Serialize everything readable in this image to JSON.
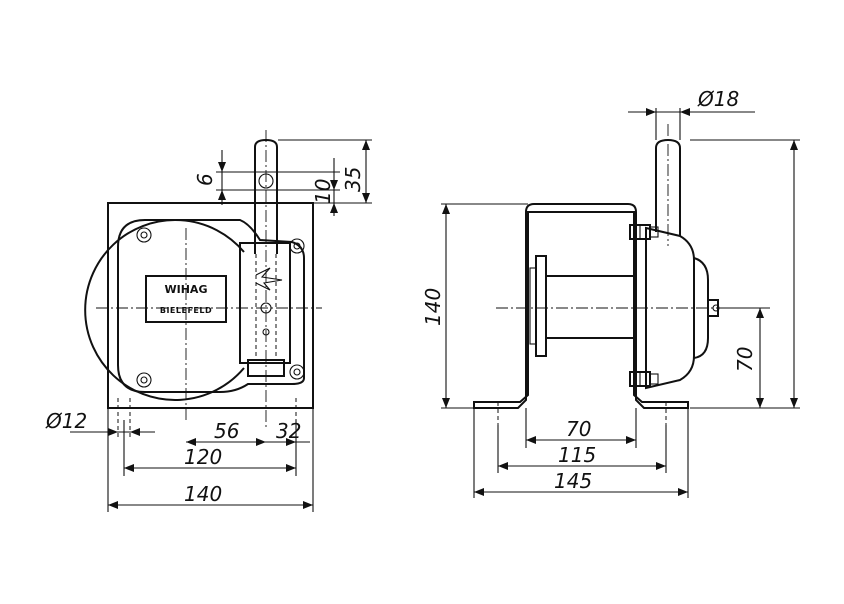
{
  "nameplate": {
    "line1": "WIHAG",
    "line2": "BIELEFELD"
  },
  "front_view": {
    "dim_bore": "Ø12",
    "dim_56": "56",
    "dim_32": "32",
    "dim_120": "120",
    "dim_140": "140",
    "dim_6": "6",
    "dim_10": "10",
    "dim_35": "35"
  },
  "side_view": {
    "dim_shaft": "Ø18",
    "dim_height": "140",
    "dim_70_height": "70",
    "dim_70_width": "70",
    "dim_115": "115",
    "dim_145": "145"
  },
  "colors": {
    "ink": "#111111",
    "paper": "#ffffff"
  }
}
